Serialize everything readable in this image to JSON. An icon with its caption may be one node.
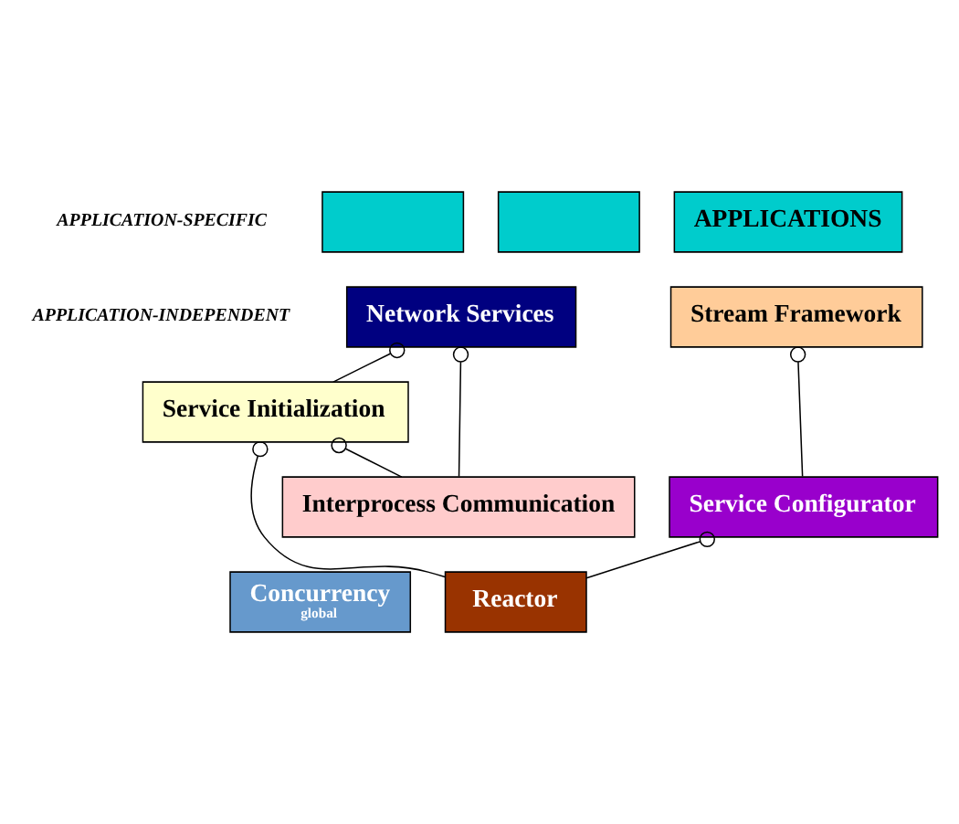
{
  "diagram": {
    "nodes": [
      {
        "text": [],
        "shape": "box"
      },
      {
        "text": [],
        "shape": "box"
      },
      {
        "text": [
          "APPLICATIONS"
        ]
      },
      {
        "text": [
          "Network Services"
        ]
      },
      {
        "text": [
          "Stream Framework"
        ]
      },
      {
        "text": [
          "Service Initialization"
        ]
      },
      {
        "text": [
          "Interprocess Communication"
        ]
      },
      {
        "text": [
          "Service Configurator"
        ]
      },
      {
        "text": [
          "Concurrency",
          "global"
        ]
      },
      {
        "text": [
          "Reactor"
        ]
      }
    ],
    "edges": [
      {
        "from": 6,
        "to": 3,
        "arrow": "other"
      },
      {
        "from": 6,
        "to": 5,
        "arrow": "other"
      },
      {
        "from": 5,
        "to": 3,
        "arrow": "other"
      },
      {
        "from": 9,
        "to": 5,
        "arrow": "other"
      },
      {
        "from": 7,
        "to": 4,
        "arrow": "other"
      },
      {
        "from": 9,
        "to": 7,
        "arrow": "other"
      }
    ],
    "labels": [
      "APPLICATION-SPECIFIC",
      "APPLICATION-INDEPENDENT"
    ]
  }
}
